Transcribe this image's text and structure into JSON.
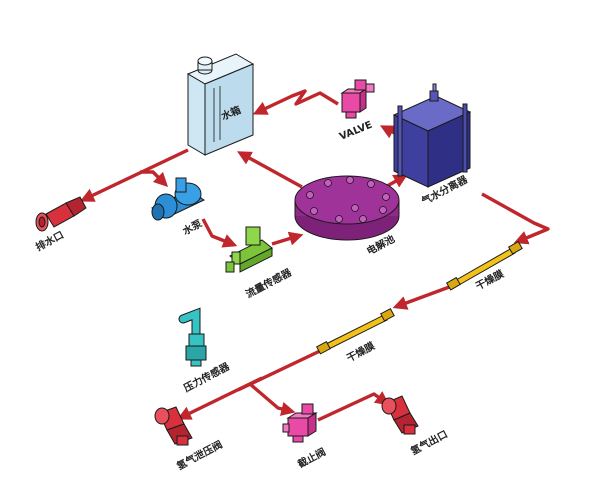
{
  "labels": {
    "water_tank": "水箱",
    "valve": "VALVE",
    "separator": "气水分离器",
    "drain": "排水口",
    "pump": "水泵",
    "flow_sensor": "流量传感器",
    "electrolyzer": "电解池",
    "dryer_right": "干燥膜",
    "dryer_mid": "干燥膜",
    "pressure_sensor": "压力传感器",
    "hydrogen_pressure_valve": "氢气泄压阀",
    "shutoff_valve": "截止阀",
    "hydrogen_outlet": "氢气出口"
  },
  "colors": {
    "pipe": "#c0272d",
    "tank": "#cfe6f3",
    "separator": "#3e3f9e",
    "electrolyzer": "#a0339a",
    "pump": "#2c8ed6",
    "flow_sensor": "#7cc43a",
    "valve": "#e84aa6",
    "dryer": "#f2c21b",
    "pressure_sensor": "#35c3c4",
    "red_fitting": "#d8303d"
  }
}
